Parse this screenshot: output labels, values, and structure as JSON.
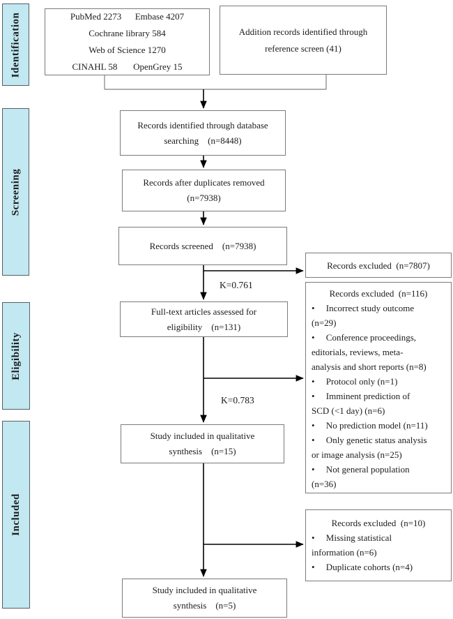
{
  "figure": {
    "kind": "PRISMA flow diagram",
    "title": "Study selection flow"
  },
  "colors": {
    "stage_fill": "#c2e8f2",
    "stage_border": "#555f63",
    "box_border": "#7a7a7a",
    "line_gray": "#808080",
    "arrow_black": "#000000"
  },
  "sidebar": {
    "stages": [
      {
        "label": "Identification"
      },
      {
        "label": "Screening"
      },
      {
        "label": "Eligibility"
      },
      {
        "label": "Included"
      }
    ]
  },
  "boxes": {
    "databases": {
      "lines": [
        "PubMed 2273      Embase 4207",
        "Cochrane library 584",
        "Web of Science 1270",
        "CINAHL 58       OpenGrey 15"
      ]
    },
    "additional_records": {
      "lines": [
        "Addition records identified through",
        "reference screen (41)"
      ]
    },
    "records_identified": {
      "lines": [
        "Records identified through database",
        "searching    (n=8448)"
      ]
    },
    "duplicates_removed": {
      "lines": [
        "Records after duplicates removed",
        "(n=7938)"
      ]
    },
    "records_screened": {
      "lines": [
        "Records screened    (n=7938)"
      ]
    },
    "records_excluded_screening": {
      "title": "Records excluded  (n=7807)"
    },
    "fulltext_assessed": {
      "lines": [
        "Full-text articles assessed for",
        "eligibility    (n=131)"
      ]
    },
    "records_excluded_fulltext": {
      "title": "Records excluded  (n=116)",
      "lines": [
        "•     Incorrect study outcome",
        "(n=29)",
        "•     Conference proceedings,",
        "editorials, reviews, meta-",
        "analysis and short reports (n=8)",
        "•     Protocol only (n=1)",
        "•     Imminent prediction of",
        "SCD (<1 day) (n=6)",
        "•     No prediction model (n=11)",
        "•     Only genetic status analysis",
        "or image analysis (n=25)",
        "•     Not general population",
        "(n=36)"
      ]
    },
    "qualitative_synthesis": {
      "lines": [
        "Study included in qualitative",
        "synthesis    (n=15)"
      ]
    },
    "records_excluded_qualitative": {
      "title": "Records excluded  (n=10)",
      "lines": [
        "•     Missing statistical",
        "information (n=6)",
        "•     Duplicate cohorts (n=4)"
      ]
    },
    "final_synthesis": {
      "lines": [
        "Study included in qualitative",
        "synthesis    (n=5)"
      ]
    }
  },
  "labels": {
    "kappa_screening": "K=0.761",
    "kappa_eligibility": "K=0.783"
  }
}
